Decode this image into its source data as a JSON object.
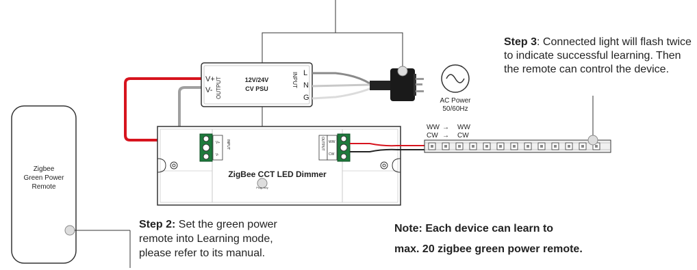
{
  "psu": {
    "voltage": "12V/24V",
    "name": "CV PSU",
    "output_label": "OUTPUT",
    "input_label": "INPUT",
    "v_plus": "V+",
    "v_minus": "V-",
    "l": "L",
    "n": "N",
    "g": "G"
  },
  "ac_power": {
    "label": "AC Power",
    "freq": "50/60Hz"
  },
  "dimmer": {
    "name": "ZigBee CCT LED Dimmer",
    "input_label": "INPUT",
    "output_label": "OUTPUT",
    "in_vplus": "V+",
    "in_vminus": "V-",
    "ww": "WW",
    "cw": "CW",
    "prog_key": "Prog. Key"
  },
  "strip": {
    "ww_from": "WW",
    "ww_to": "WW",
    "cw_from": "CW",
    "cw_to": "CW",
    "arrow": "→"
  },
  "remote": {
    "line1": "Zigbee",
    "line2": "Green Power",
    "line3": "Remote"
  },
  "step3": {
    "title": "Step 3",
    "text": ": Connected light will flash twice to indicate successful learning. Then the remote can control the device."
  },
  "step2": {
    "title": "Step 2:",
    "text": " Set the green power remote into Learning mode, please refer to its manual."
  },
  "note": {
    "line1": "Note: Each device can learn to",
    "line2": "max. 20 zigbee green power remote."
  },
  "colors": {
    "red_wire": "#d7141e",
    "grey_wire": "#a0a0a0",
    "terminal_green": "#1e7a3c",
    "strip_bg": "#f0f0f0"
  }
}
